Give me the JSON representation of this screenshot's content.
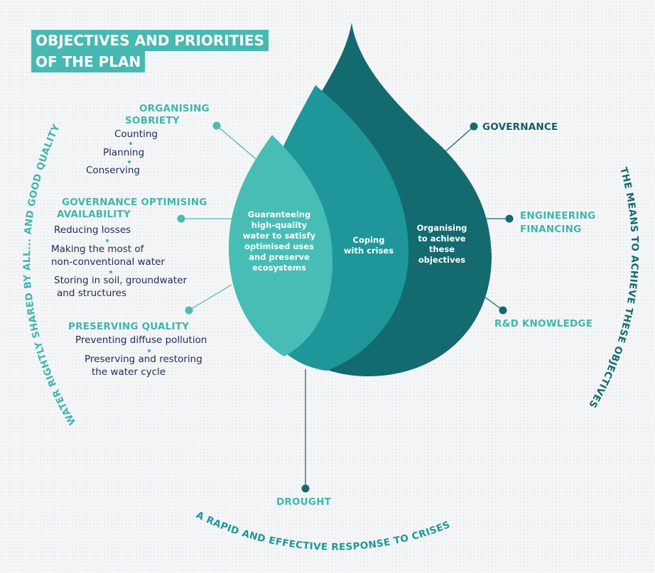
{
  "title": {
    "line1": "OBJECTIVES AND PRIORITIES",
    "line2": "OF THE PLAN"
  },
  "drop": {
    "inner": [
      "Guaranteeing",
      "high-quality",
      "water to satisfy",
      "optimised uses",
      "and preserve",
      "ecosystems"
    ],
    "middle": [
      "Coping",
      "with crises"
    ],
    "outer": [
      "Organising",
      "to achieve",
      "these",
      "objectives"
    ]
  },
  "left": {
    "sobriety": {
      "heading": [
        "ORGANISING",
        "SOBRIETY"
      ],
      "items": [
        "Counting",
        "Planning",
        "Conserving"
      ]
    },
    "availability": {
      "heading": [
        "GOVERNANCE OPTIMISING",
        "AVAILABILITY"
      ],
      "items": [
        [
          "Reducing losses"
        ],
        [
          "Making the most of",
          "non-conventional water"
        ],
        [
          "Storing in soil, groundwater",
          "and structures"
        ]
      ]
    },
    "quality": {
      "heading": "PRESERVING QUALITY",
      "items": [
        [
          "Preventing diffuse pollution"
        ],
        [
          "Preserving and restoring",
          "the water cycle"
        ]
      ]
    }
  },
  "right": {
    "governance": "GOVERNANCE",
    "engineering": [
      "ENGINEERING",
      "FINANCING"
    ],
    "rd": "R&D KNOWLEDGE"
  },
  "bottom": {
    "drought": "DROUGHT"
  },
  "arcs": {
    "left": "WATER RIGHTLY SHARED BY ALL... AND GOOD QUALITY",
    "right": "THE MEANS TO ACHIEVE THESE OBJECTIVES",
    "bottom": "A RAPID AND EFFECTIVE RESPONSE TO CRISES"
  },
  "colors": {
    "light": "#47bdb5",
    "mid": "#1e969a",
    "dark": "#136a6f",
    "text_navy": "#1f2a5e",
    "accent_teal": "#3fb6ae"
  }
}
